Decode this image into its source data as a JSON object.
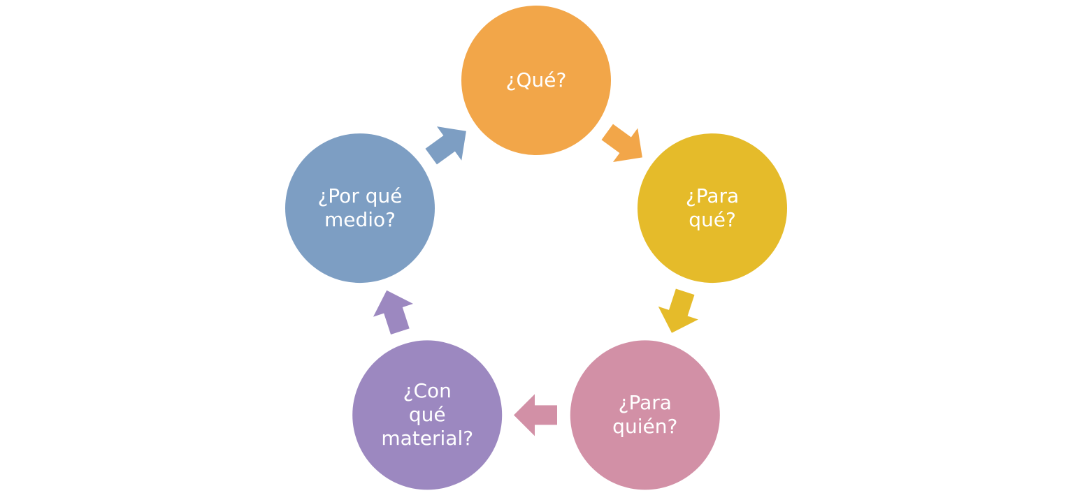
{
  "diagram": {
    "nodes": [
      {
        "id": "que",
        "label": "¿Qué?",
        "color": "#F2A649"
      },
      {
        "id": "para-que",
        "label": "¿Para\nqué?",
        "color": "#E5BB2A"
      },
      {
        "id": "para-quien",
        "label": "¿Para\nquién?",
        "color": "#D290A6"
      },
      {
        "id": "con-que-material",
        "label": "¿Con\nqué\nmaterial?",
        "color": "#9C88C0"
      },
      {
        "id": "por-que-medio",
        "label": "¿Por qué\nmedio?",
        "color": "#7D9EC3"
      }
    ],
    "edges": [
      {
        "from": "que",
        "to": "para-que",
        "color": "#F2A649"
      },
      {
        "from": "para-que",
        "to": "para-quien",
        "color": "#E5BB2A"
      },
      {
        "from": "para-quien",
        "to": "con-que-material",
        "color": "#D290A6"
      },
      {
        "from": "con-que-material",
        "to": "por-que-medio",
        "color": "#9C88C0"
      },
      {
        "from": "por-que-medio",
        "to": "que",
        "color": "#7D9EC3"
      }
    ]
  }
}
